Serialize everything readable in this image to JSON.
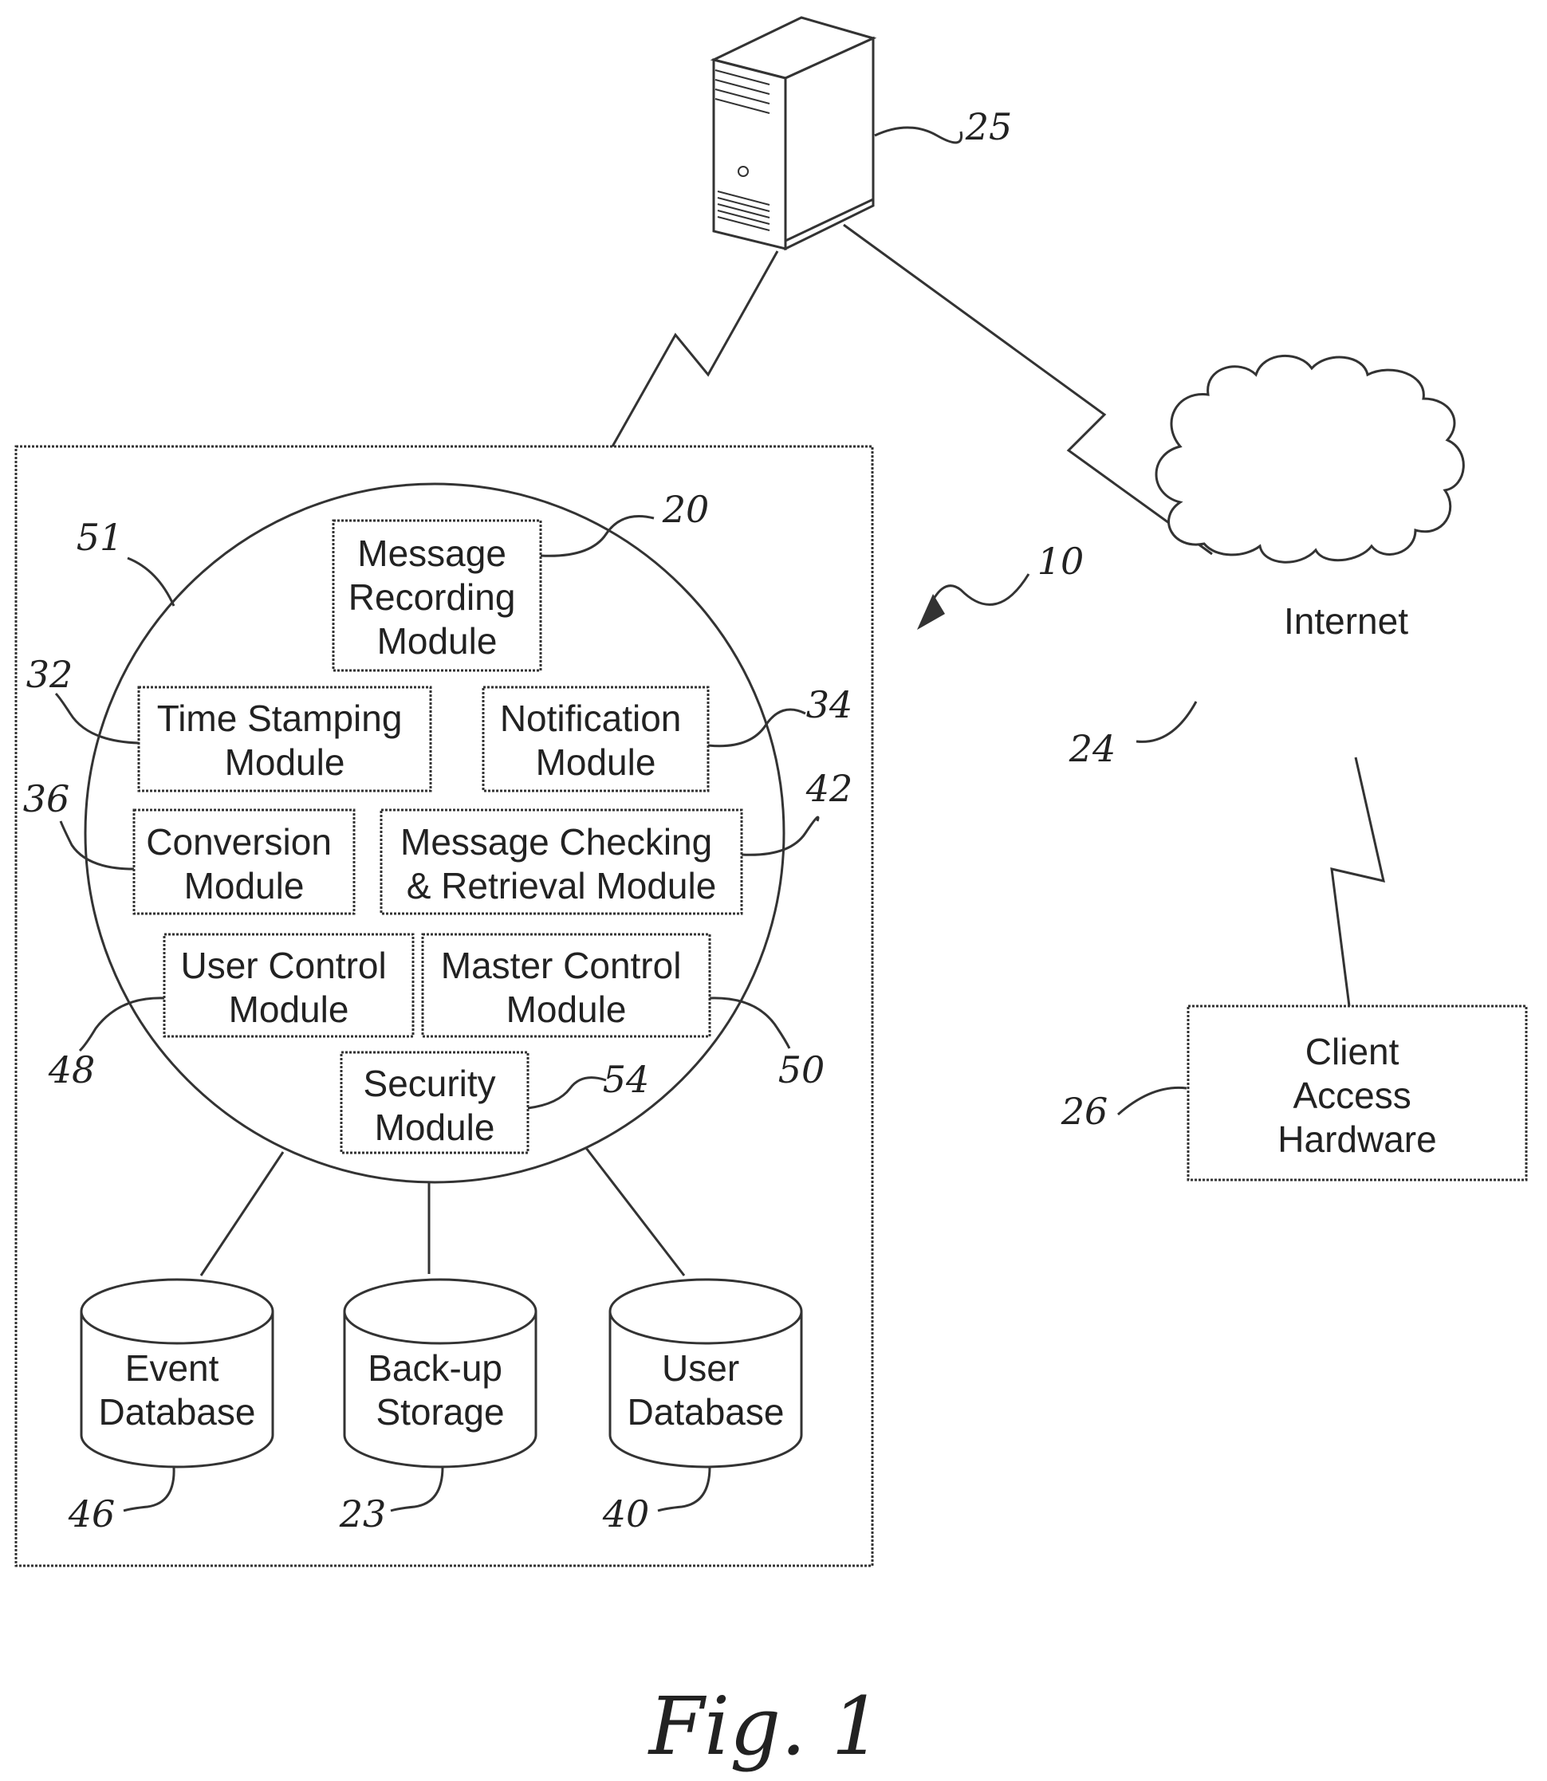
{
  "figure_caption": "Fig. 1",
  "nodes": {
    "message_recording": {
      "lines": [
        "Message",
        "Recording",
        "Module"
      ],
      "ref": "20"
    },
    "time_stamping": {
      "lines": [
        "Time Stamping",
        "Module"
      ],
      "ref": "32"
    },
    "notification": {
      "lines": [
        "Notification",
        "Module"
      ],
      "ref": "34"
    },
    "conversion": {
      "lines": [
        "Conversion",
        "Module"
      ],
      "ref": "36"
    },
    "message_checking": {
      "lines": [
        "Message Checking",
        "& Retrieval Module"
      ],
      "ref": "42"
    },
    "user_control": {
      "lines": [
        "User Control",
        "Module"
      ],
      "ref": "48"
    },
    "master_control": {
      "lines": [
        "Master Control",
        "Module"
      ],
      "ref": "50"
    },
    "security": {
      "lines": [
        "Security",
        "Module"
      ],
      "ref": "54"
    },
    "event_db": {
      "lines": [
        "Event",
        "Database"
      ],
      "ref": "46"
    },
    "backup_storage": {
      "lines": [
        "Back-up",
        "Storage"
      ],
      "ref": "23"
    },
    "user_db": {
      "lines": [
        "User",
        "Database"
      ],
      "ref": "40"
    },
    "internet": {
      "lines": [
        "Internet"
      ],
      "ref": "24"
    },
    "client_access": {
      "lines": [
        "Client",
        "Access",
        "Hardware"
      ],
      "ref": "26"
    },
    "server": {
      "ref": "25"
    },
    "system": {
      "ref": "10"
    },
    "module_circle": {
      "ref": "51"
    }
  }
}
